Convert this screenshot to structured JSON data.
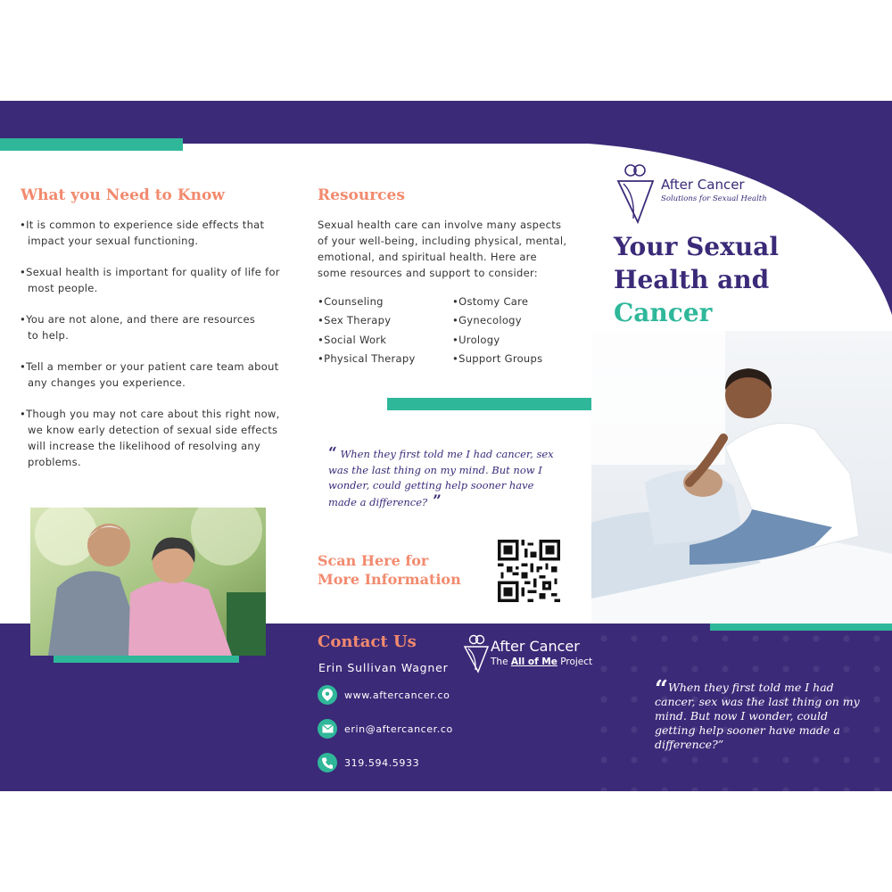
{
  "need_to_know": {
    "heading": "What you Need to Know",
    "bullets": [
      "It is common to experience side effects that impact your sexual functioning.",
      "Sexual health is important for quality of life for most people.",
      "You are not alone, and there are resources to help.",
      "Tell a member or your patient care team about any changes you experience.",
      "Though you may not care about this right now, we know early detection of sexual side effects will increase the likelihood of resolving any problems."
    ]
  },
  "resources": {
    "heading": "Resources",
    "intro": "Sexual health care can involve many aspects of your well-being, including physical, mental, emotional, and spiritual health. Here are some resources and support to consider:",
    "col1": [
      "Counseling",
      "Sex Therapy",
      "Social Work",
      "Physical Therapy"
    ],
    "col2": [
      "Ostomy Care",
      "Gynecology",
      "Urology",
      "Support Groups"
    ]
  },
  "quote": {
    "text": "When they first told me I had cancer, sex was the last thing on my mind. But now I wonder, could getting help sooner have made a difference?",
    "open_mark": "“",
    "close_mark": "”"
  },
  "scan": {
    "line1": "Scan Here for",
    "line2": "More Information"
  },
  "contact": {
    "heading": "Contact Us",
    "name": "Erin Sullivan Wagner",
    "website": "www.aftercancer.co",
    "email": "erin@aftercancer.co",
    "phone": "319.594.5933",
    "icons": [
      "location-pin-icon",
      "envelope-icon",
      "phone-icon"
    ]
  },
  "brand": {
    "name": "After Cancer",
    "tagline": "Solutions for Sexual Health",
    "project_prefix": "The ",
    "project_bold": "All of Me",
    "project_suffix": " Project"
  },
  "cover": {
    "title_line1": "Your Sexual",
    "title_line2": "Health and",
    "title_line3": "Cancer",
    "back_quote": "When they first told me I had cancer, sex was the last thing on my mind. But now I wonder, could getting help sooner have made a difference?”"
  },
  "colors": {
    "purple": "#3b2a78",
    "teal": "#2fb79a",
    "coral": "#f28a6e"
  }
}
